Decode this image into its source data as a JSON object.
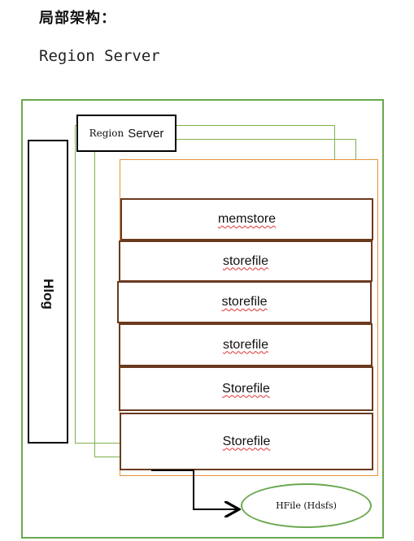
{
  "heading": "局部架构：",
  "subheading": "Region Server",
  "diagram": {
    "region_server_label_word1": "Region",
    "region_server_label_word2": "Server",
    "hlog_label": "Hlog",
    "stores": [
      "memstore",
      "storefile",
      "storefile",
      "storefile",
      "Storefile",
      "Storefile"
    ],
    "hfile_label": "HFile (Hdsfs)"
  },
  "colors": {
    "outer_border": "#6aa84f",
    "layer_border": "#7fb04e",
    "orange_border": "#e69138",
    "store_border": "#6b3a1e",
    "spellcheck_underline": "#dd3333"
  }
}
